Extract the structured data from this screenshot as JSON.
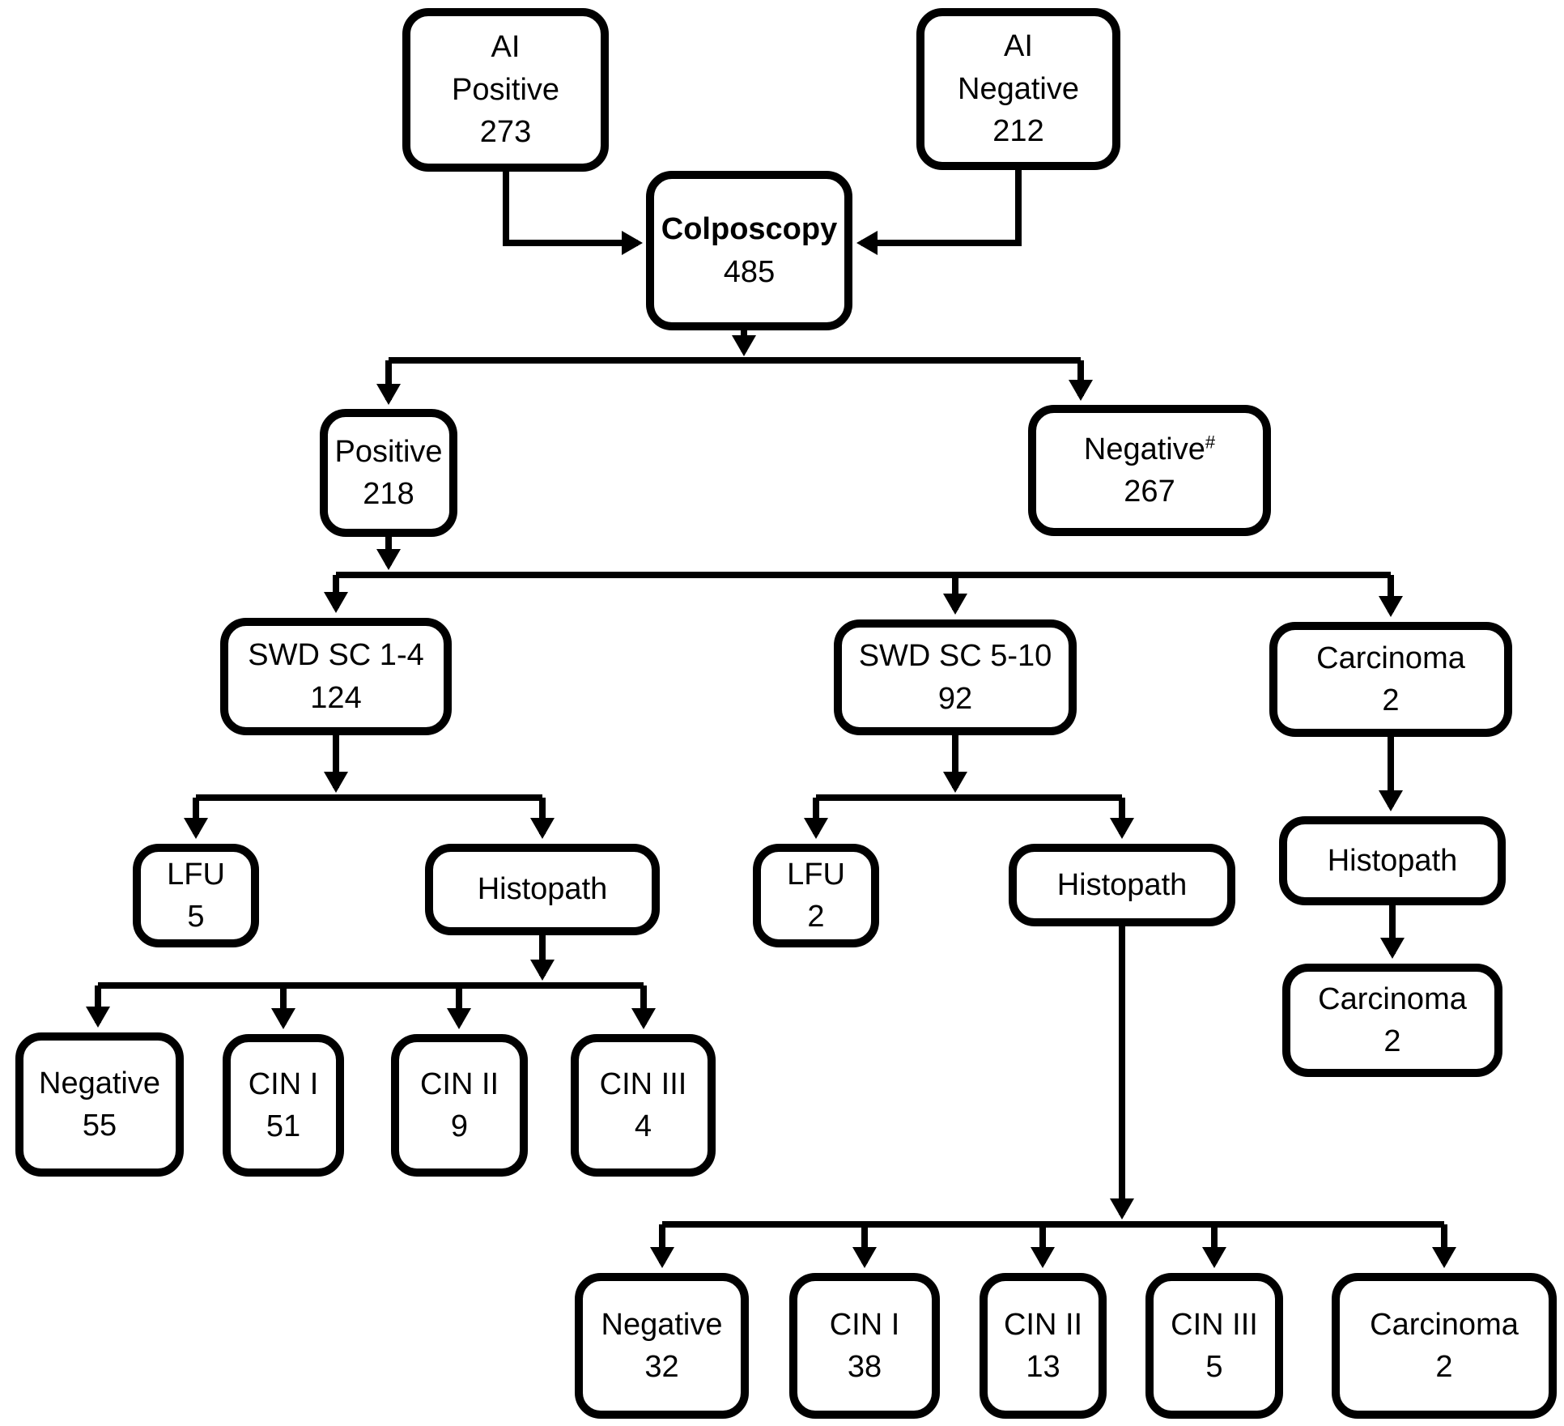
{
  "nodes": {
    "ai_positive": {
      "lines": [
        "AI",
        "Positive",
        "273"
      ]
    },
    "ai_negative": {
      "lines": [
        "AI",
        "Negative",
        "212"
      ]
    },
    "colposcopy": {
      "lines": [
        "Colposcopy",
        "485"
      ]
    },
    "colpo_positive": {
      "lines": [
        "Positive",
        "218"
      ]
    },
    "colpo_negative": {
      "label": "Negative",
      "sup": "#",
      "value": "267"
    },
    "swd_sc_1_4": {
      "lines": [
        "SWD SC 1-4",
        "124"
      ]
    },
    "swd_sc_5_10": {
      "lines": [
        "SWD SC 5-10",
        "92"
      ]
    },
    "carcinoma_direct": {
      "lines": [
        "Carcinoma",
        "2"
      ]
    },
    "lfu_swd14": {
      "lines": [
        "LFU",
        "5"
      ]
    },
    "histopath_swd14": {
      "lines": [
        "Histopath"
      ]
    },
    "hp14_negative": {
      "lines": [
        "Negative",
        "55"
      ]
    },
    "hp14_cin1": {
      "lines": [
        "CIN I",
        "51"
      ]
    },
    "hp14_cin2": {
      "lines": [
        "CIN II",
        "9"
      ]
    },
    "hp14_cin3": {
      "lines": [
        "CIN III",
        "4"
      ]
    },
    "lfu_swd510": {
      "lines": [
        "LFU",
        "2"
      ]
    },
    "histopath_swd510": {
      "lines": [
        "Histopath"
      ]
    },
    "hp510_negative": {
      "lines": [
        "Negative",
        "32"
      ]
    },
    "hp510_cin1": {
      "lines": [
        "CIN I",
        "38"
      ]
    },
    "hp510_cin2": {
      "lines": [
        "CIN II",
        "13"
      ]
    },
    "hp510_cin3": {
      "lines": [
        "CIN III",
        "5"
      ]
    },
    "hp510_carcinoma": {
      "lines": [
        "Carcinoma",
        "2"
      ]
    },
    "histopath_carcinoma": {
      "lines": [
        "Histopath"
      ]
    },
    "carcinoma_confirmed": {
      "lines": [
        "Carcinoma",
        "2"
      ]
    }
  },
  "edges": [
    {
      "from": "ai_positive",
      "to": "colposcopy"
    },
    {
      "from": "ai_negative",
      "to": "colposcopy"
    },
    {
      "from": "colposcopy",
      "to": "colpo_positive"
    },
    {
      "from": "colposcopy",
      "to": "colpo_negative"
    },
    {
      "from": "colpo_positive",
      "to": "swd_sc_1_4"
    },
    {
      "from": "colpo_positive",
      "to": "swd_sc_5_10"
    },
    {
      "from": "colpo_positive",
      "to": "carcinoma_direct"
    },
    {
      "from": "swd_sc_1_4",
      "to": "lfu_swd14"
    },
    {
      "from": "swd_sc_1_4",
      "to": "histopath_swd14"
    },
    {
      "from": "histopath_swd14",
      "to": "hp14_negative"
    },
    {
      "from": "histopath_swd14",
      "to": "hp14_cin1"
    },
    {
      "from": "histopath_swd14",
      "to": "hp14_cin2"
    },
    {
      "from": "histopath_swd14",
      "to": "hp14_cin3"
    },
    {
      "from": "swd_sc_5_10",
      "to": "lfu_swd510"
    },
    {
      "from": "swd_sc_5_10",
      "to": "histopath_swd510"
    },
    {
      "from": "histopath_swd510",
      "to": "hp510_negative"
    },
    {
      "from": "histopath_swd510",
      "to": "hp510_cin1"
    },
    {
      "from": "histopath_swd510",
      "to": "hp510_cin2"
    },
    {
      "from": "histopath_swd510",
      "to": "hp510_cin3"
    },
    {
      "from": "histopath_swd510",
      "to": "hp510_carcinoma"
    },
    {
      "from": "carcinoma_direct",
      "to": "histopath_carcinoma"
    },
    {
      "from": "histopath_carcinoma",
      "to": "carcinoma_confirmed"
    }
  ]
}
